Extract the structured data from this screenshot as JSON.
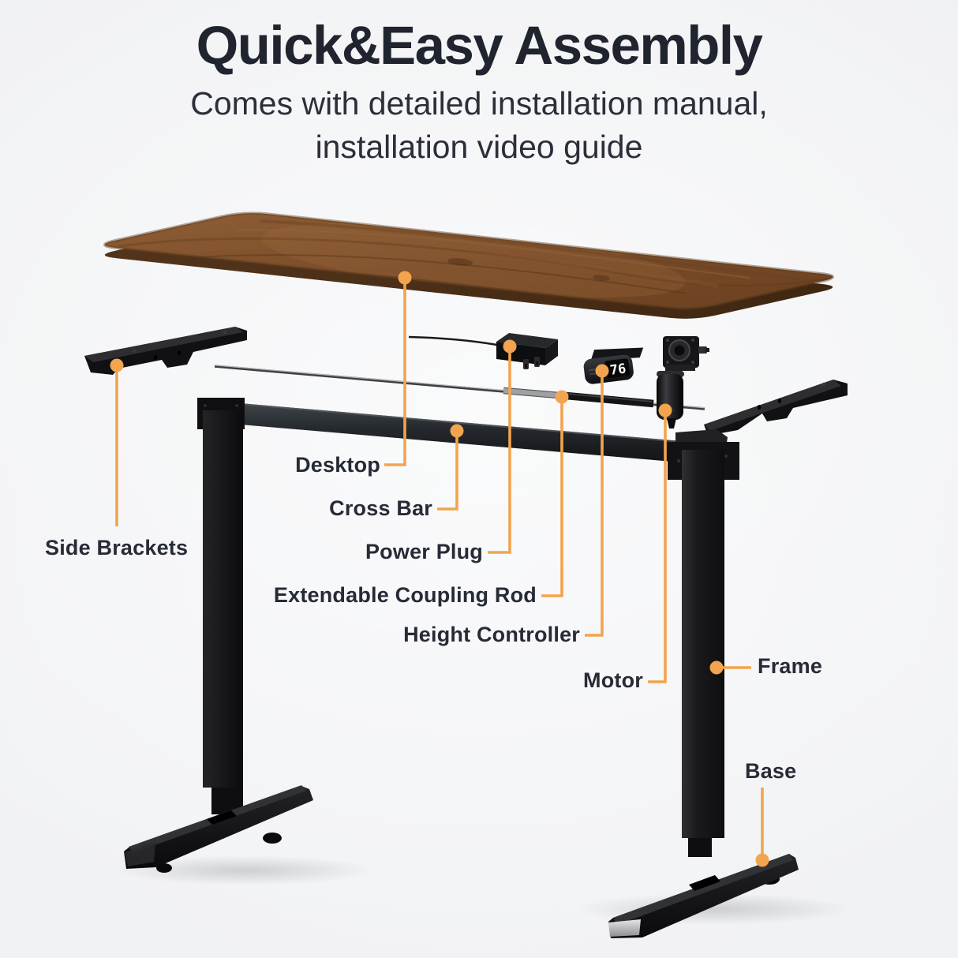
{
  "header": {
    "title": "Quick&Easy Assembly",
    "subtitle_line1": "Comes with detailed installation manual,",
    "subtitle_line2": "installation video guide"
  },
  "diagram": {
    "controller_display": "76",
    "labels": {
      "desktop": "Desktop",
      "cross_bar": "Cross Bar",
      "power_plug": "Power Plug",
      "coupling_rod": "Extendable Coupling Rod",
      "height_controller": "Height Controller",
      "motor": "Motor",
      "frame": "Frame",
      "base": "Base",
      "side_brackets": "Side Brackets"
    },
    "colors": {
      "accent": "#F2A44E",
      "heading_text": "#1F242F",
      "label_text": "#262B36",
      "wood": "#7B4E2B",
      "metal": "#141416",
      "background": "#F1F2F4"
    }
  }
}
